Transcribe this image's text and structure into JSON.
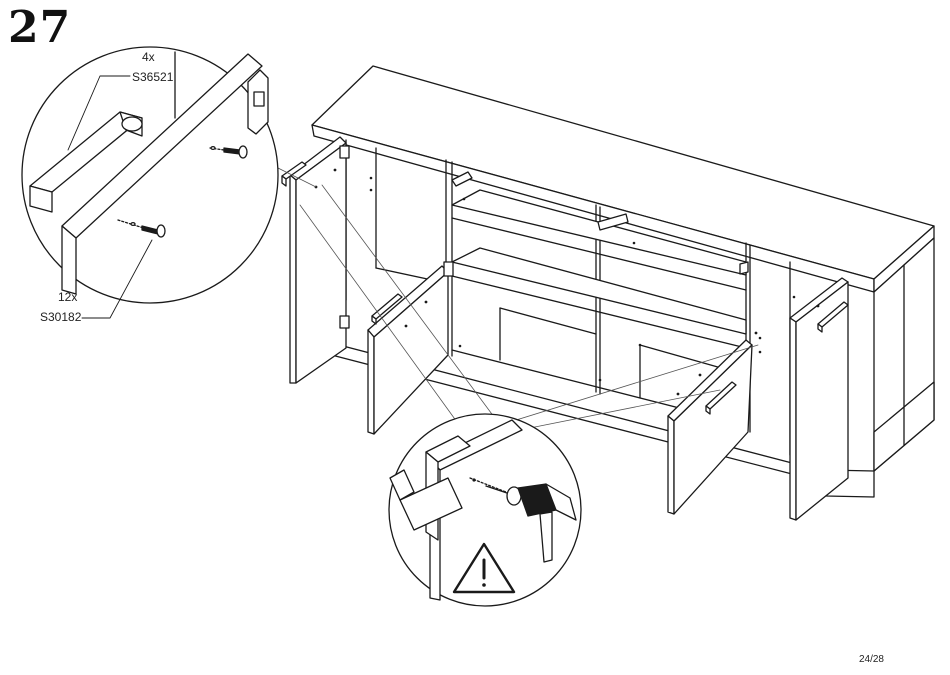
{
  "step": {
    "number": "27"
  },
  "handle_part": {
    "quantity": "4x",
    "code": "S36521"
  },
  "screw_part": {
    "quantity": "12x",
    "code": "S30182"
  },
  "warning": {
    "icon": "warning-triangle-icon"
  },
  "footer": {
    "page": "24/28"
  }
}
